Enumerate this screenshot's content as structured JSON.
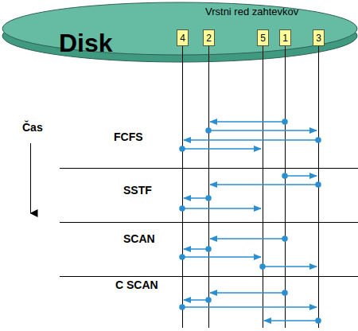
{
  "diagram": {
    "nodes": [
      {
        "text": [
          "Disk",
          "Vrstni red zahtevkov"
        ]
      },
      {
        "text": [
          "4"
        ],
        "in": 0
      },
      {
        "text": [
          "2"
        ],
        "in": 0
      },
      {
        "text": [
          "5"
        ],
        "in": 0
      },
      {
        "text": [
          "1"
        ],
        "in": 0
      },
      {
        "text": [
          "3"
        ],
        "in": 0
      }
    ],
    "labels": [
      "Čas",
      "FCFS",
      "SSTF",
      "SCAN",
      "C SCAN"
    ]
  }
}
